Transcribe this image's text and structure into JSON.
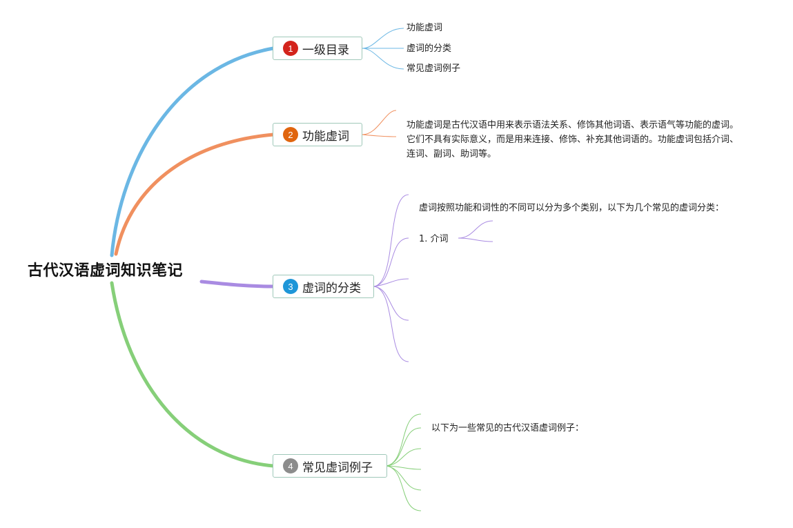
{
  "root": {
    "title": "古代汉语虚词知识笔记"
  },
  "branches": [
    {
      "number": "1",
      "label": "一级目录",
      "color": "#6bb7e4",
      "badge_color": "#d3241c",
      "children": [
        "功能虚词",
        "虚词的分类",
        "常见虚词例子"
      ]
    },
    {
      "number": "2",
      "label": "功能虚词",
      "color": "#f0905f",
      "badge_color": "#e0650e",
      "children": [
        "功能虚词是古代汉语中用来表示语法关系、修饰其他词语、表示语气等功能的虚词。它们不具有实际意义，而是用来连接、修饰、补充其他词语的。功能虚词包括介词、连词、副词、助词等。"
      ]
    },
    {
      "number": "3",
      "label": "虚词的分类",
      "color": "#a98be2",
      "badge_color": "#1e96d8",
      "children": [
        "虚词按照功能和词性的不同可以分为多个类别，以下为几个常见的虚词分类：",
        "1. 介词"
      ]
    },
    {
      "number": "4",
      "label": "常见虚词例子",
      "color": "#86cf79",
      "badge_color": "#8c8c8c",
      "children": [
        "以下为一些常见的古代汉语虚词例子："
      ]
    }
  ]
}
